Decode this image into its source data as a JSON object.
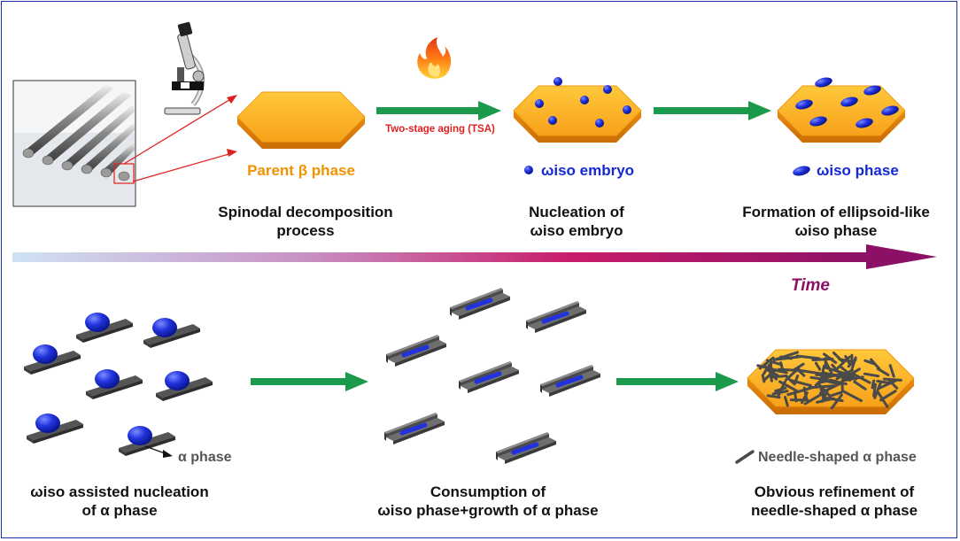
{
  "top": {
    "parent_label": "Parent β phase",
    "aging_label": "Two-stage aging (TSA)",
    "embryo_label": "ωiso embryo",
    "phase_label": "ωiso phase",
    "cap1_line1": "Spinodal decomposition",
    "cap1_line2": "process",
    "cap2_line1": "Nucleation of",
    "cap2_line2": "ωiso embryo",
    "cap3_line1": "Formation of ellipsoid-like",
    "cap3_line2": "ωiso phase"
  },
  "timeline": {
    "label": "Time"
  },
  "bottom": {
    "alpha_label": "α phase",
    "needle_label": "Needle-shaped α phase",
    "cap4_line1": "ωiso assisted nucleation",
    "cap4_line2": "of α phase",
    "cap5_line1": "Consumption of",
    "cap5_line2": "ωiso phase+growth of α phase",
    "cap6_line1": "Obvious refinement of",
    "cap6_line2": "needle-shaped α phase"
  },
  "colors": {
    "border": "#1b2fa8",
    "hex_fill": "#fbb52a",
    "arrow_green": "#1a9a4a",
    "pointer_red": "#e02020",
    "omega_blue": "#2233dd",
    "time_arrow_end": "#8c1166"
  },
  "icons": [
    "microscope-icon",
    "flame-icon",
    "metal-rods-photo"
  ]
}
